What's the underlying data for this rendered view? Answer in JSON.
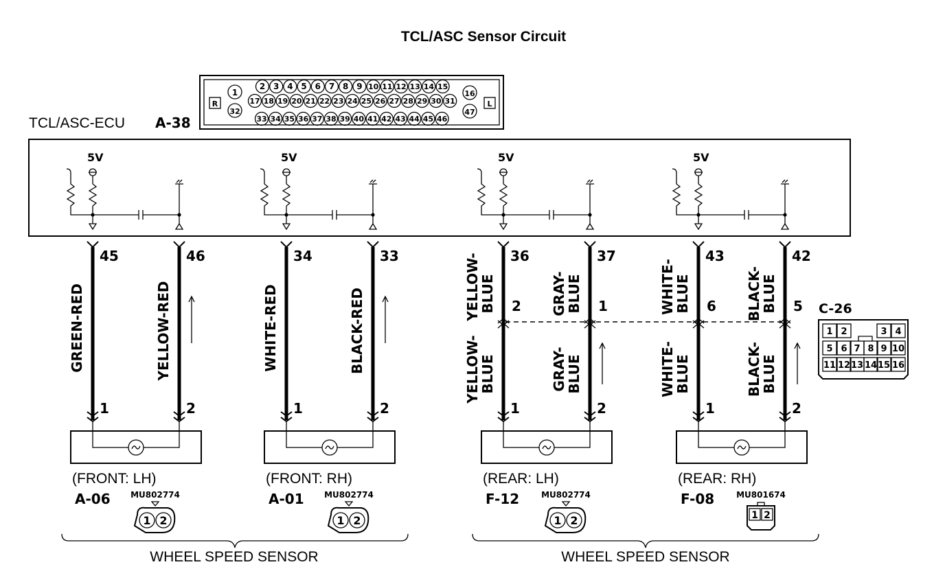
{
  "title": "TCL/ASC Sensor Circuit",
  "ecu": {
    "label": "TCL/ASC-ECU",
    "connector": "A-38",
    "side_left": "R",
    "side_right": "L",
    "pins_row1": [
      "2",
      "3",
      "4",
      "5",
      "6",
      "7",
      "8",
      "9",
      "10",
      "11",
      "12",
      "13",
      "14",
      "15"
    ],
    "pins_row2": [
      "17",
      "18",
      "19",
      "20",
      "21",
      "22",
      "23",
      "24",
      "25",
      "26",
      "27",
      "28",
      "29",
      "30",
      "31"
    ],
    "pins_row3": [
      "33",
      "34",
      "35",
      "36",
      "37",
      "38",
      "39",
      "40",
      "41",
      "42",
      "43",
      "44",
      "45",
      "46"
    ],
    "pin_left_top": "1",
    "pin_left_bottom": "32",
    "pin_right_top": "16",
    "pin_right_bottom": "47",
    "supply": "5V"
  },
  "channels": [
    {
      "pin_a": "45",
      "pin_b": "46",
      "wire_a": "GREEN-RED",
      "wire_b": "YELLOW-RED",
      "sensor_pin_a": "1",
      "sensor_pin_b": "2",
      "position": "(FRONT: LH)",
      "connector": "A-06",
      "part": "MU802774"
    },
    {
      "pin_a": "34",
      "pin_b": "33",
      "wire_a": "WHITE-RED",
      "wire_b": "BLACK-RED",
      "sensor_pin_a": "1",
      "sensor_pin_b": "2",
      "position": "(FRONT: RH)",
      "connector": "A-01",
      "part": "MU802774"
    },
    {
      "pin_a": "36",
      "pin_b": "37",
      "wire_a_top": [
        "YELLOW-",
        "BLUE"
      ],
      "wire_b_top": [
        "GRAY-",
        "BLUE"
      ],
      "wire_a_bottom": [
        "YELLOW-",
        "BLUE"
      ],
      "wire_b_bottom": [
        "GRAY-",
        "BLUE"
      ],
      "mid_pin_a": "2",
      "mid_pin_b": "1",
      "sensor_pin_a": "1",
      "sensor_pin_b": "2",
      "position": "(REAR: LH)",
      "connector": "F-12",
      "part": "MU802774"
    },
    {
      "pin_a": "43",
      "pin_b": "42",
      "wire_a_top": [
        "WHITE-",
        "BLUE"
      ],
      "wire_b_top": [
        "BLACK-",
        "BLUE"
      ],
      "wire_a_bottom": [
        "WHITE-",
        "BLUE"
      ],
      "wire_b_bottom": [
        "BLACK-",
        "BLUE"
      ],
      "mid_pin_a": "6",
      "mid_pin_b": "5",
      "sensor_pin_a": "1",
      "sensor_pin_b": "2",
      "position": "(REAR: RH)",
      "connector": "F-08",
      "part": "MU801674"
    }
  ],
  "junction": {
    "connector": "C-26",
    "pins_row1": [
      "1",
      "2",
      "3",
      "4"
    ],
    "pins_row2": [
      "5",
      "6",
      "7",
      "8",
      "9",
      "10"
    ],
    "pins_row3": [
      "11",
      "12",
      "13",
      "14",
      "15",
      "16"
    ]
  },
  "group_labels": [
    "WHEEL SPEED SENSOR",
    "WHEEL SPEED SENSOR"
  ]
}
